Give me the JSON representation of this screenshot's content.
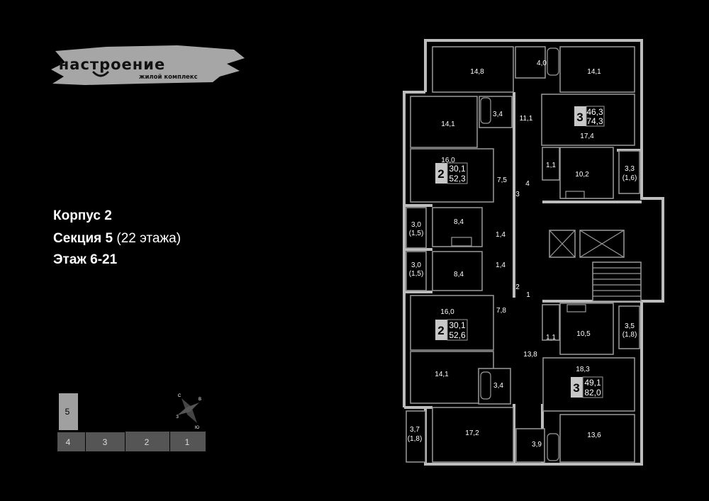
{
  "logo": {
    "name": "настроение",
    "subtitle": "жилой комплекс"
  },
  "info": {
    "building": "Корпус 2",
    "section": "Секция 5",
    "section_floors": "(22 этажа)",
    "floor": "Этаж 6-21"
  },
  "colors": {
    "wall": "#bdbdbd",
    "badge": "#c8c8c8",
    "background": "#000000"
  },
  "rooms": {
    "r1": "14,8",
    "r2": "4,0",
    "r3": "14,1",
    "r4": "14,1",
    "r5": "3,4",
    "r6": "11,1",
    "r7": "17,4",
    "r8": "16,0",
    "r9": "7,5",
    "r10": "1,1",
    "r11": "10,2",
    "r12a": "3,3",
    "r12b": "(1,6)",
    "r13": "4",
    "r14": "3",
    "r15a": "3,0",
    "r15b": "(1,5)",
    "r16": "8,4",
    "r17": "1,4",
    "r18a": "3,0",
    "r18b": "(1,5)",
    "r19": "8,4",
    "r20": "1,4",
    "r21": "2",
    "r22": "1",
    "r23": "16,0",
    "r24": "7,8",
    "r25": "1,1",
    "r26": "10,5",
    "r27a": "3,5",
    "r27b": "(1,8)",
    "r28": "13,8",
    "r29": "14,1",
    "r30": "3,4",
    "r31": "18,3",
    "r32a": "3,7",
    "r32b": "(1,8)",
    "r33": "17,2",
    "r34": "3,9",
    "r35": "13,6"
  },
  "apartments": [
    {
      "rooms": "3",
      "living": "46,3",
      "total": "74,3"
    },
    {
      "rooms": "2",
      "living": "30,1",
      "total": "52,3"
    },
    {
      "rooms": "2",
      "living": "30,1",
      "total": "52,6"
    },
    {
      "rooms": "3",
      "living": "49,1",
      "total": "82,0"
    }
  ],
  "minimap": {
    "sections": [
      "5",
      "4",
      "3",
      "2",
      "1"
    ],
    "active_section": "5"
  },
  "compass": {
    "n": "С",
    "e": "В",
    "w": "З",
    "s": "Ю"
  }
}
